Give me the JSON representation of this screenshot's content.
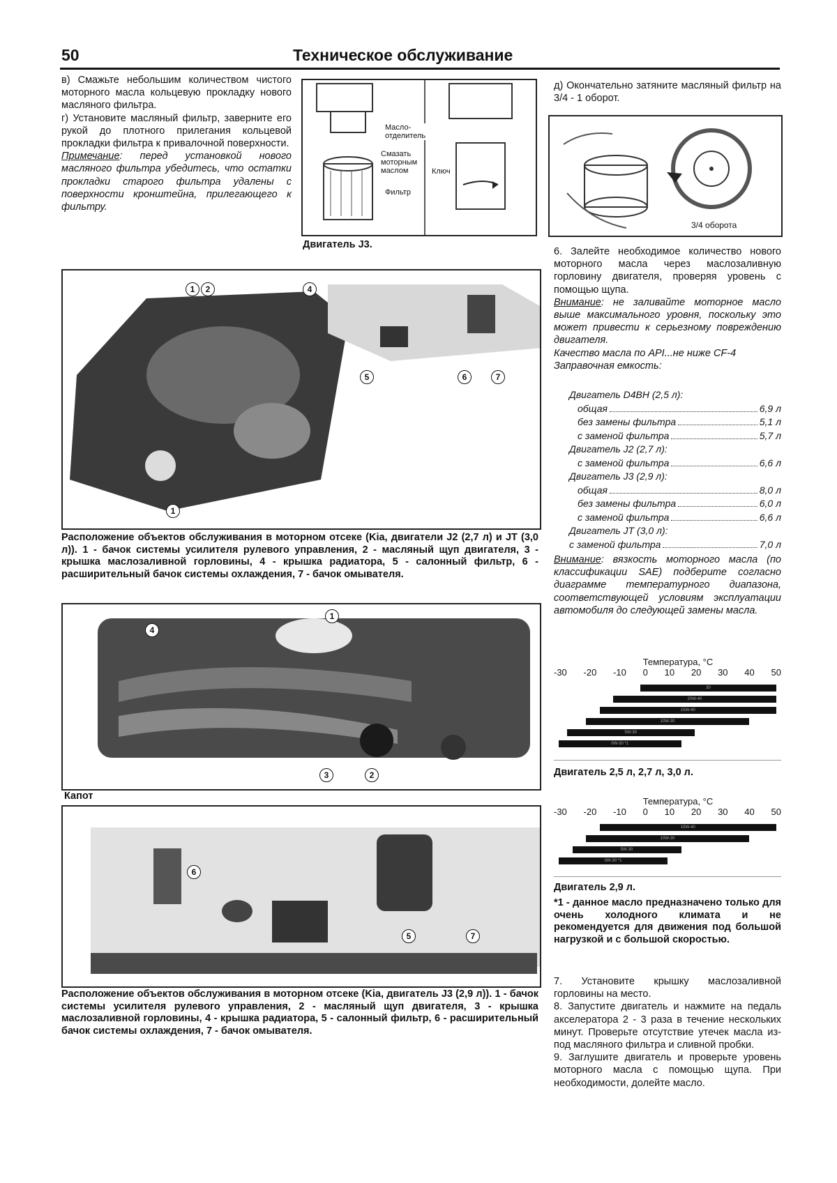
{
  "header": {
    "page_number": "50",
    "title": "Техническое обслуживание"
  },
  "left_col": {
    "step_v": "в) Смажьте небольшим количеством чистого моторного масла кольцевую прокладку нового масляного фильтра.",
    "step_g": "г) Установите масляный фильтр, заверните его рукой до плотного прилегания кольцевой прокладки фильтра к привалочной поверхности.",
    "note_label": "Примечание",
    "note_text": ": перед установкой нового масляного фильтра убедитесь, что остатки прокладки старого фильтра удалены с поверхности кронштейна, прилегающего к фильтру."
  },
  "figure_j3": {
    "label_separator": "Масло-\nотделитель",
    "label_lubricate": "Смазать\nмоторным\nмаслом",
    "label_filter": "Фильтр",
    "label_wrench": "Ключ",
    "caption": "Двигатель J3."
  },
  "right_top": {
    "step_d": "д) Окончательно затяните масляный фильтр на 3/4 - 1 оборот.",
    "rotation_label": "3/4 оборота",
    "step6": "6. Залейте необходимое количество нового моторного масла через маслозаливную горловину двигателя, проверяя уровень с помощью щупа.",
    "warning_label": "Внимание",
    "warning_text": ": не заливайте моторное масло выше максимального уровня, поскольку это может привести к серьезному повреждению двигателя.",
    "quality": "Качество масла по API...не ниже CF-4",
    "capacity_title": "Заправочная емкость:"
  },
  "capacity": [
    {
      "engine": "Двигатель D4BH (2,5 л):",
      "rows": [
        {
          "label": "общая",
          "value": "6,9 л"
        },
        {
          "label": "без замены фильтра",
          "value": "5,1 л"
        },
        {
          "label": "с заменой фильтра",
          "value": "5,7 л"
        }
      ]
    },
    {
      "engine": "Двигатель J2 (2,7 л):",
      "rows": [
        {
          "label": "с заменой фильтра",
          "value": "6,6 л"
        }
      ]
    },
    {
      "engine": "Двигатель J3 (2,9 л):",
      "rows": [
        {
          "label": "общая",
          "value": "8,0 л"
        },
        {
          "label": "без замены фильтра",
          "value": "6,0 л"
        },
        {
          "label": "с заменой фильтра",
          "value": "6,6 л"
        }
      ]
    },
    {
      "engine": "Двигатель JT (3,0 л):",
      "rows": [
        {
          "label": "с заменой фильтра",
          "value": "7,0 л"
        }
      ]
    }
  ],
  "viscosity_note": {
    "label": "Внимание",
    "text": ": вязкость моторного масла (по классификации SAE) подберите согласно диаграмме температурного диапазона, соответствующей условиям эксплуатации автомобиля до следующей замены масла."
  },
  "chart_data": [
    {
      "type": "bar",
      "title": "Температура, °С",
      "x_ticks": [
        "-30",
        "-20",
        "-10",
        "0",
        "10",
        "20",
        "30",
        "40",
        "50"
      ],
      "xlim": [
        -30,
        50
      ],
      "series": [
        {
          "name": "30",
          "range": [
            0,
            50
          ]
        },
        {
          "name": "20W-40",
          "range": [
            -10,
            50
          ]
        },
        {
          "name": "15W-40",
          "range": [
            -15,
            50
          ]
        },
        {
          "name": "10W-30",
          "range": [
            -20,
            40
          ]
        },
        {
          "name": "5W-30",
          "range": [
            -27,
            20
          ]
        },
        {
          "name": "0W-30 *1",
          "range": [
            -30,
            15
          ]
        }
      ],
      "caption": "Двигатель 2,5 л, 2,7 л, 3,0 л."
    },
    {
      "type": "bar",
      "title": "Температура, °С",
      "x_ticks": [
        "-30",
        "-20",
        "-10",
        "0",
        "10",
        "20",
        "30",
        "40",
        "50"
      ],
      "xlim": [
        -30,
        50
      ],
      "series": [
        {
          "name": "15W-40",
          "range": [
            -15,
            50
          ]
        },
        {
          "name": "10W-30",
          "range": [
            -20,
            40
          ]
        },
        {
          "name": "5W-30",
          "range": [
            -25,
            15
          ]
        },
        {
          "name": "0W-30 *1",
          "range": [
            -30,
            10
          ]
        }
      ],
      "caption": "Двигатель 2,9 л."
    }
  ],
  "footnote": "*1 - данное масло предназначено только для очень холодного климата и не рекомендуется для движения под большой нагрузкой и с большой скоростью.",
  "final_steps": {
    "step7": "7. Установите крышку маслозаливной горловины на место.",
    "step8": "8. Запустите двигатель и нажмите на педаль акселератора 2 - 3 раза в течение нескольких минут. Проверьте отсутствие утечек масла из-под масляного фильтра и сливной пробки.",
    "step9": "9. Заглушите двигатель и проверьте уровень моторного масла с помощью щупа. При необходимости, долейте масло."
  },
  "photo1": {
    "callouts": [
      "1",
      "2",
      "4",
      "5",
      "6",
      "7"
    ],
    "caption": "Расположение объектов обслуживания в моторном отсеке (Kia, двигатели J2 (2,7 л) и JT (3,0 л)). 1 - бачок системы усилителя рулевого управления, 2 - масляный щуп двигателя, 3 - крышка маслозаливной горловины, 4 - крышка радиатора, 5 - салонный фильтр, 6 - расширительный бачок системы охлаждения, 7 - бачок омывателя."
  },
  "photo2": {
    "callouts": [
      "1",
      "2",
      "3",
      "4"
    ],
    "hood_label": "Капот"
  },
  "photo3": {
    "callouts": [
      "5",
      "6",
      "7"
    ],
    "caption": "Расположение объектов обслуживания в моторном отсеке (Kia, двигатель J3 (2,9 л)). 1 - бачок системы усилителя рулевого управления, 2 - масляный щуп двигателя, 3 - крышка маслозаливной горловины, 4 - крышка радиатора, 5 - салонный фильтр, 6 - расширительный бачок системы охлаждения, 7 - бачок омывателя."
  }
}
